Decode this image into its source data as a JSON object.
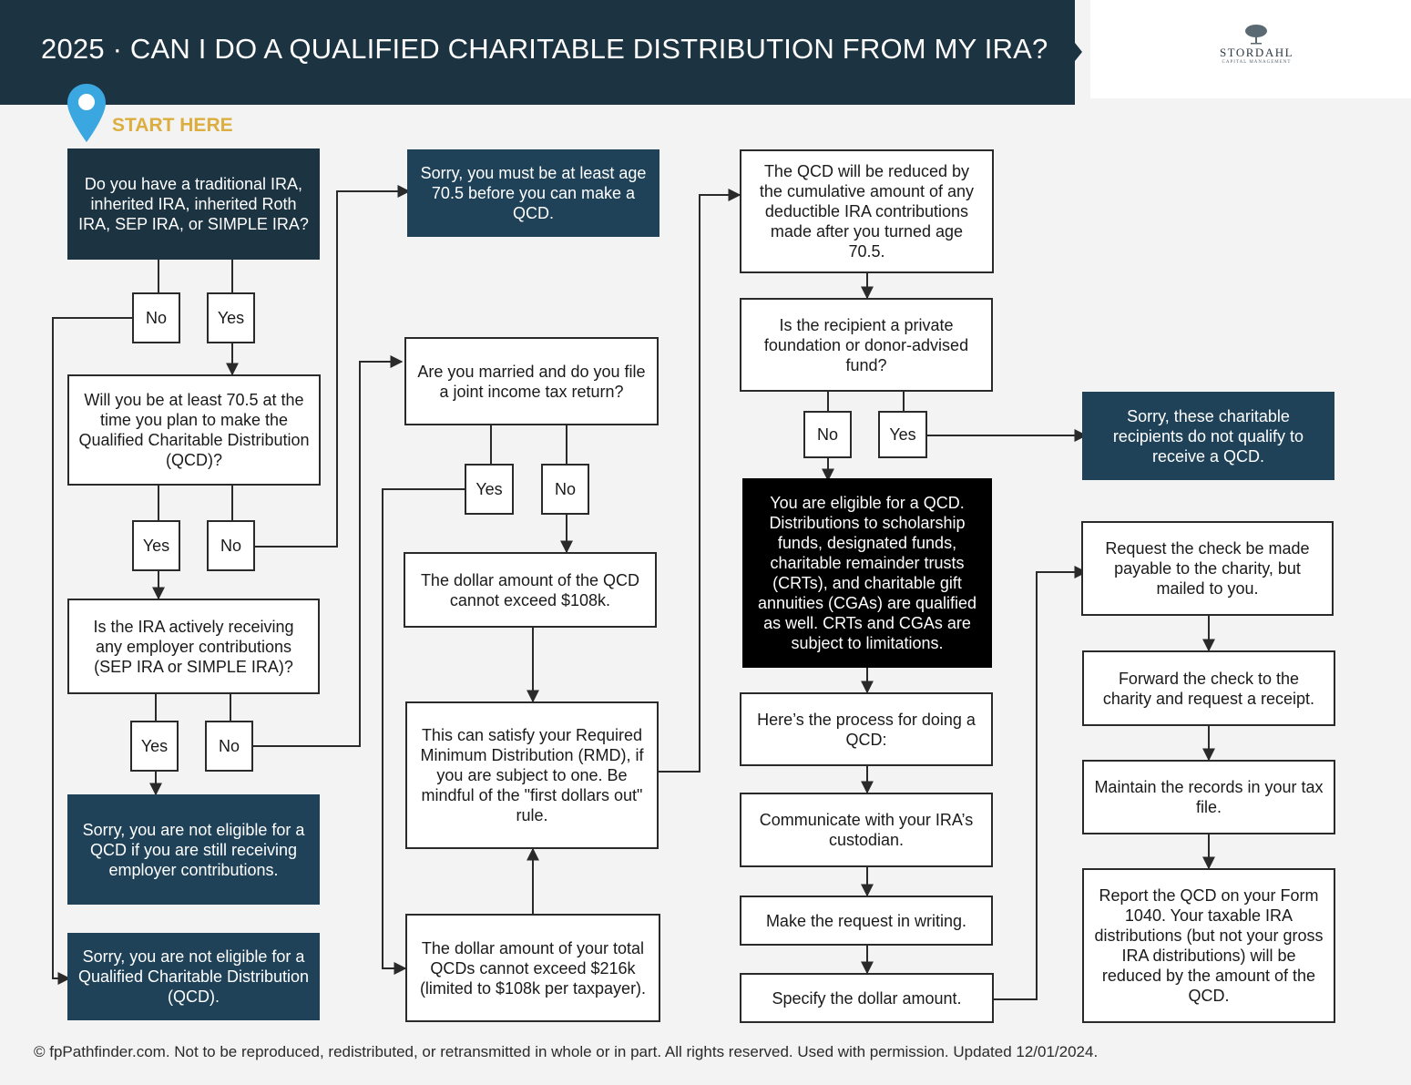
{
  "header": {
    "title": "2025 · CAN I DO A QUALIFIED CHARITABLE DISTRIBUTION FROM MY IRA?",
    "logo_name": "STORDAHL",
    "logo_tagline": "CAPITAL MANAGEMENT"
  },
  "start": {
    "label": "START HERE"
  },
  "nodes": {
    "q_ira_type": "Do you have a traditional IRA, inherited IRA, inherited Roth IRA, SEP IRA, or SIMPLE IRA?",
    "q_age": "Will you be at least 70.5 at the time you plan to make the Qualified Charitable Distribution (QCD)?",
    "q_employer": "Is the IRA actively receiving any employer contributions (SEP IRA or SIMPLE IRA)?",
    "r_employer": "Sorry, you are not eligible for a QCD if you are still receiving employer contributions.",
    "r_not_eligible": "Sorry, you are not eligible for a Qualified Charitable Distribution (QCD).",
    "r_age": "Sorry, you must be at least age 70.5 before you can make a QCD.",
    "q_married": "Are you married and do you file a joint income tax return?",
    "i_108k": "The dollar amount of the QCD cannot exceed $108k.",
    "i_rmd": "This can satisfy your Required Minimum Distribution (RMD), if you are subject to one. Be mindful of the \"first dollars out\" rule.",
    "i_216k": "The dollar amount of your total QCDs cannot exceed $216k (limited to $108k per taxpayer).",
    "i_reduced": "The QCD will be reduced by the cumulative amount of any deductible IRA contributions made after you turned age 70.5.",
    "q_recipient": "Is the recipient a private foundation or donor-advised fund?",
    "r_recipient": "Sorry, these charitable recipients do not qualify to receive a QCD.",
    "e_eligible": "You are eligible for a QCD. Distributions to scholarship funds, designated funds, charitable remainder trusts (CRTs), and charitable gift annuities (CGAs) are qualified as well. CRTs and CGAs are subject to limitations.",
    "p_process": "Here’s the process for doing a QCD:",
    "p_communicate": "Communicate with your IRA’s custodian.",
    "p_writing": "Make the request in writing.",
    "p_amount": "Specify the dollar amount.",
    "p_check": "Request the check be made payable to the charity, but mailed to you.",
    "p_forward": "Forward the check to the charity and request a receipt.",
    "p_records": "Maintain the records in your tax file.",
    "p_report": "Report the QCD on your Form 1040. Your taxable IRA distributions (but not your gross IRA distributions) will be reduced by the amount of the QCD."
  },
  "answers": {
    "a1_no": "No",
    "a1_yes": "Yes",
    "a2_yes": "Yes",
    "a2_no": "No",
    "a3_yes": "Yes",
    "a3_no": "No",
    "a4_yes": "Yes",
    "a4_no": "No",
    "a5_no": "No",
    "a5_yes": "Yes"
  },
  "footer": {
    "text": "© fpPathfinder.com. Not to be reproduced, redistributed, or retransmitted in whole or in part. All rights reserved. Used with permission. Updated 12/01/2024."
  },
  "colors": {
    "header_bg": "#1c3342",
    "result_bg": "#1f4258",
    "eligible_bg": "#000000",
    "accent_gold": "#dcae3f",
    "pin_blue": "#3ba7e0",
    "background": "#f3f3f3"
  }
}
